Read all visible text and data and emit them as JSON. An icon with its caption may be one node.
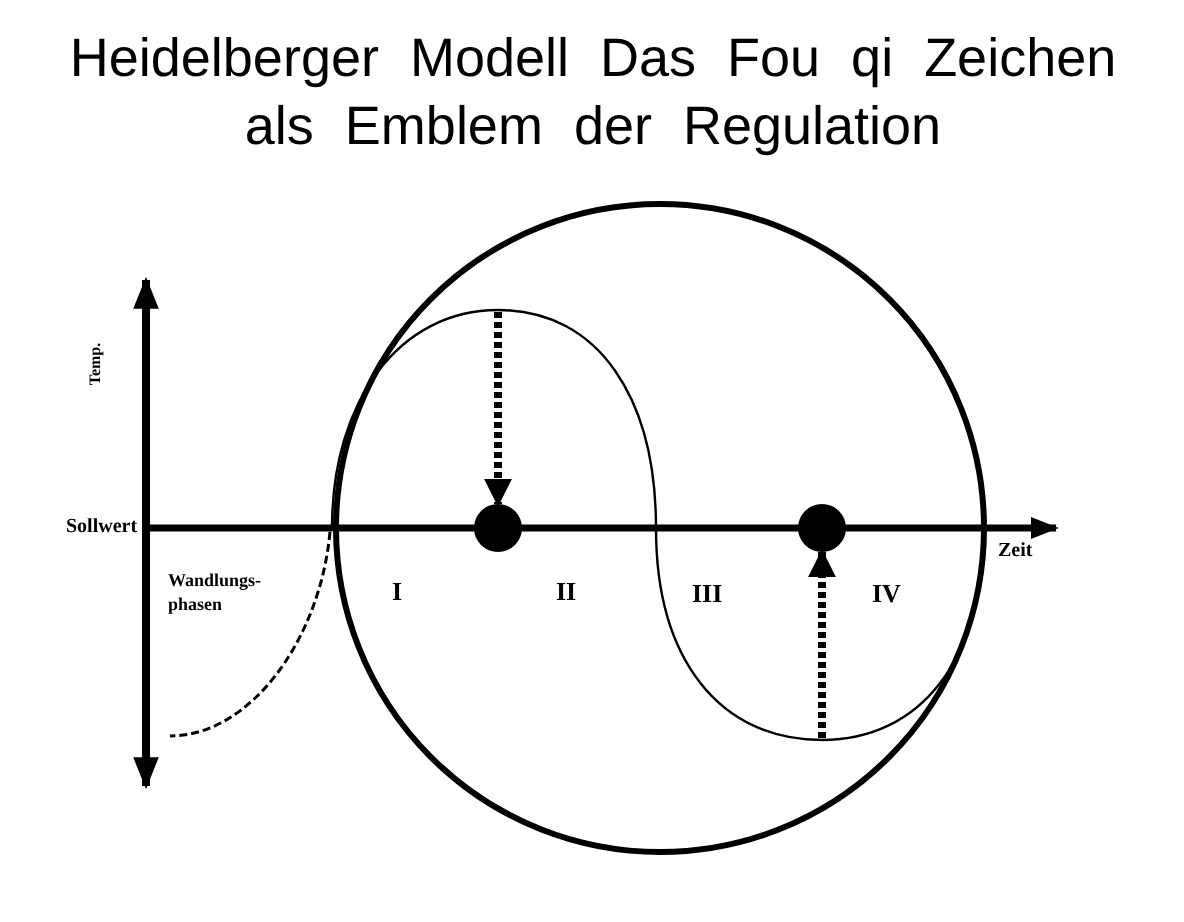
{
  "diagram": {
    "title": "Heidelberger Modell Das Fou qi Zeichen als Emblem der Regulation",
    "nodes": [
      {
        "text": [],
        "shape": "circle"
      },
      {
        "text": [],
        "shape": "circle"
      }
    ],
    "edges": [
      {
        "from": null,
        "to": 0,
        "arrow": "to",
        "style": "dashed"
      },
      {
        "from": null,
        "to": 1,
        "arrow": "to",
        "style": "dashed"
      }
    ],
    "labels": [
      "Temp.",
      "Sollwert",
      "Wandlungs-phasen",
      "I",
      "II",
      "III",
      "IV",
      "Zeit"
    ]
  }
}
